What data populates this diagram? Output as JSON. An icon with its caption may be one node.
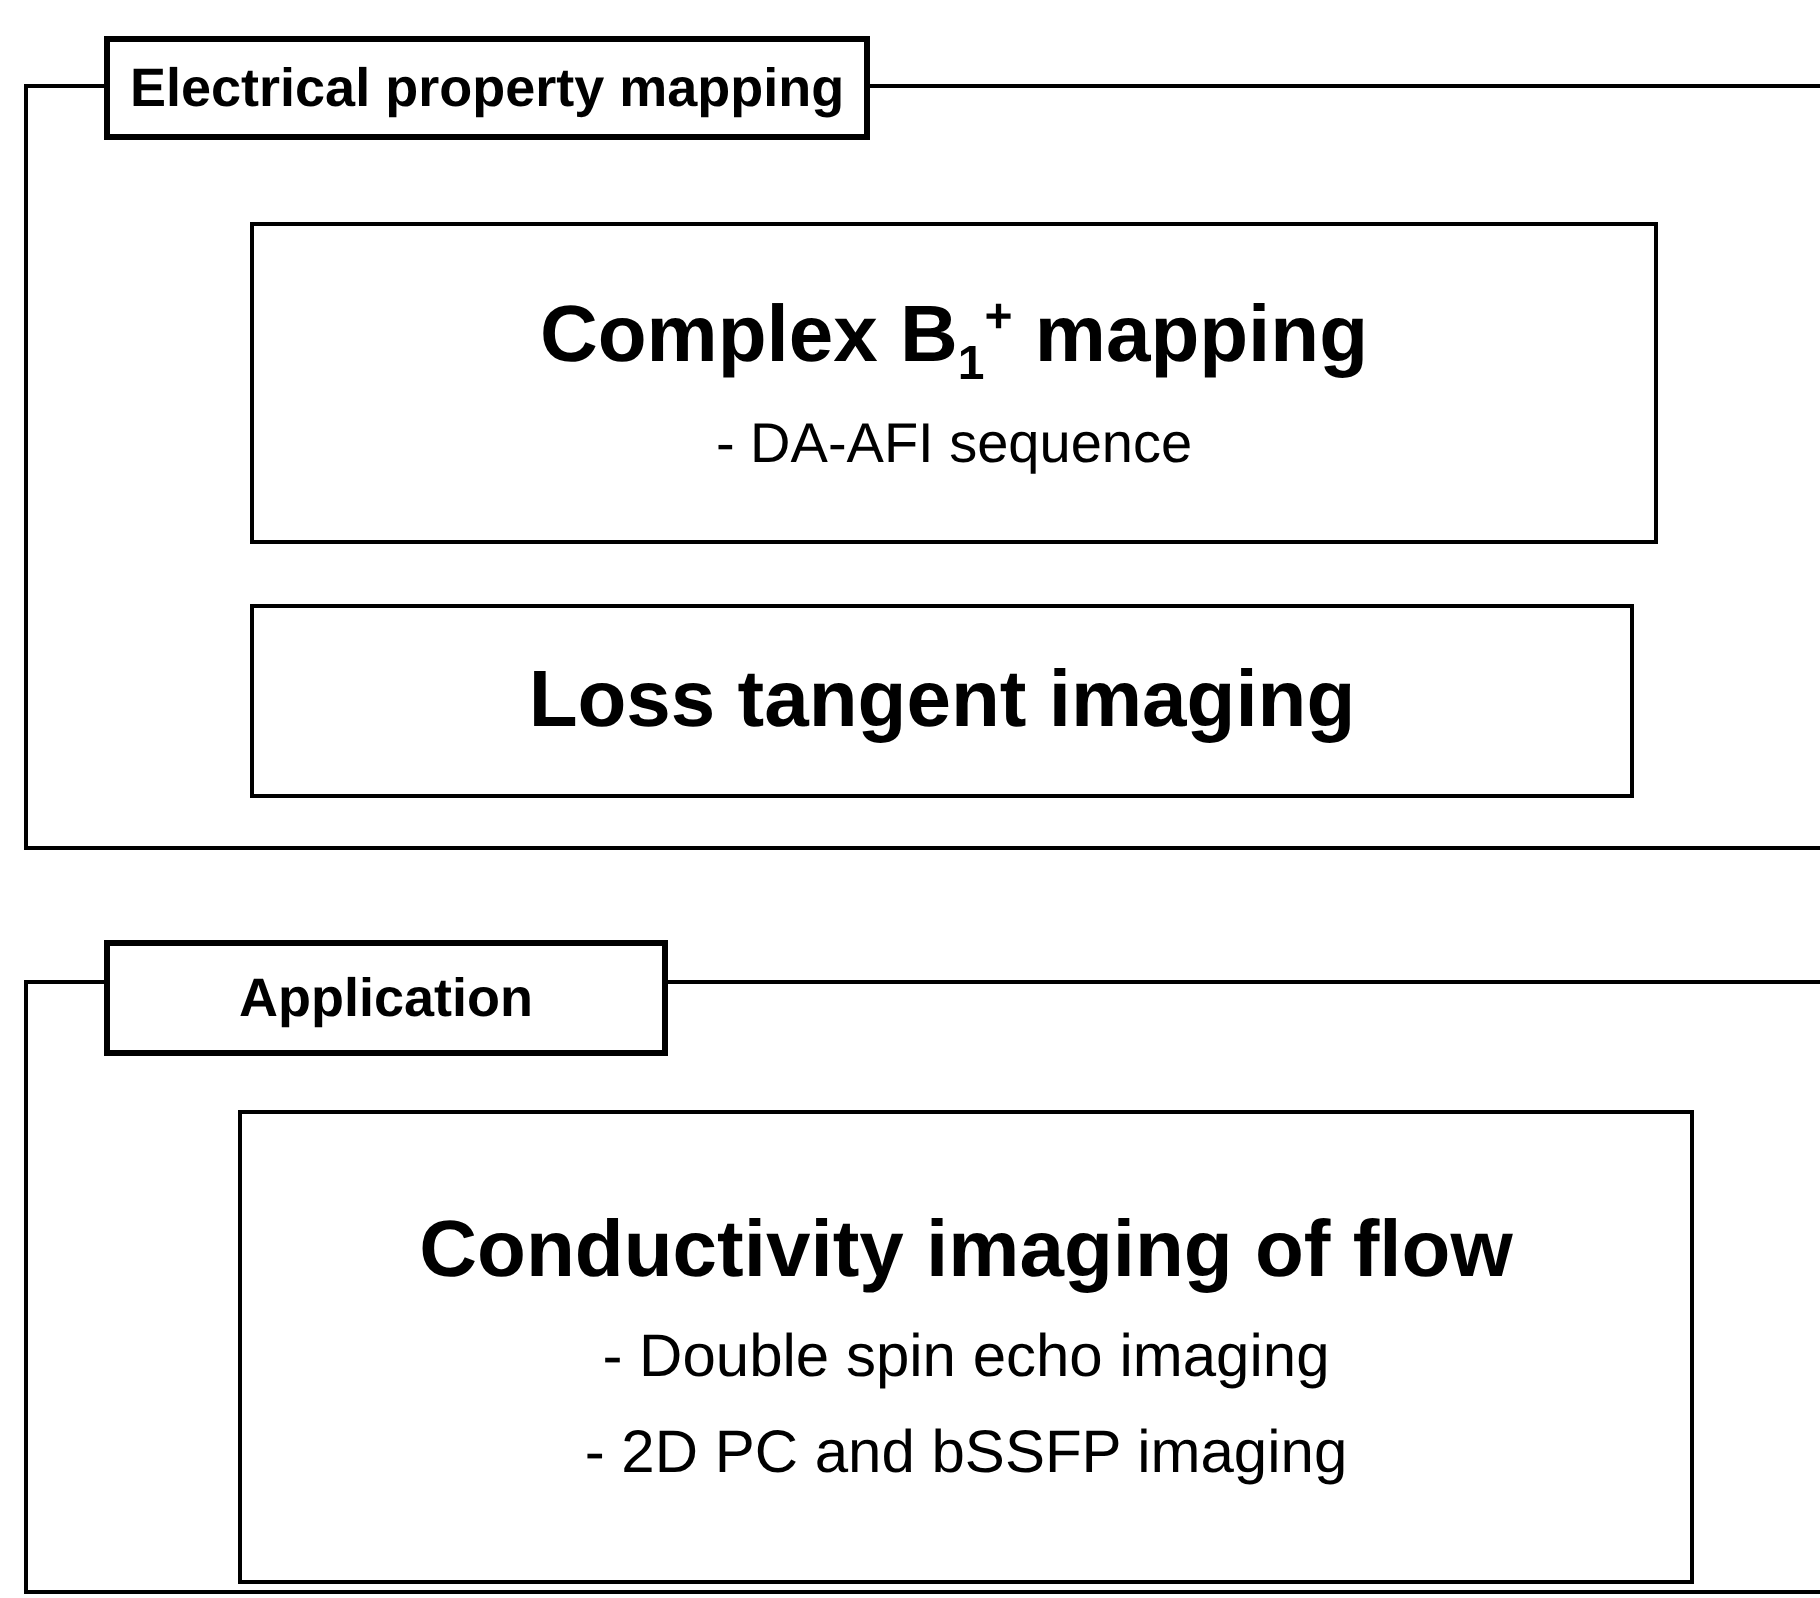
{
  "diagram": {
    "nodes": [
      {
        "text": [
          "Electrical property mapping"
        ]
      },
      {
        "text": [
          "Complex B$_{1}$$^{+}$ mapping",
          "- DA-AFI sequence"
        ],
        "in": 0
      },
      {
        "text": [
          "Loss tangent imaging"
        ],
        "in": 0
      },
      {
        "text": [
          "Application"
        ]
      },
      {
        "text": [
          "Conductivity imaging of flow",
          "- Double spin echo imaging",
          "- 2D PC and bSSFP imaging"
        ],
        "in": 3
      }
    ]
  }
}
